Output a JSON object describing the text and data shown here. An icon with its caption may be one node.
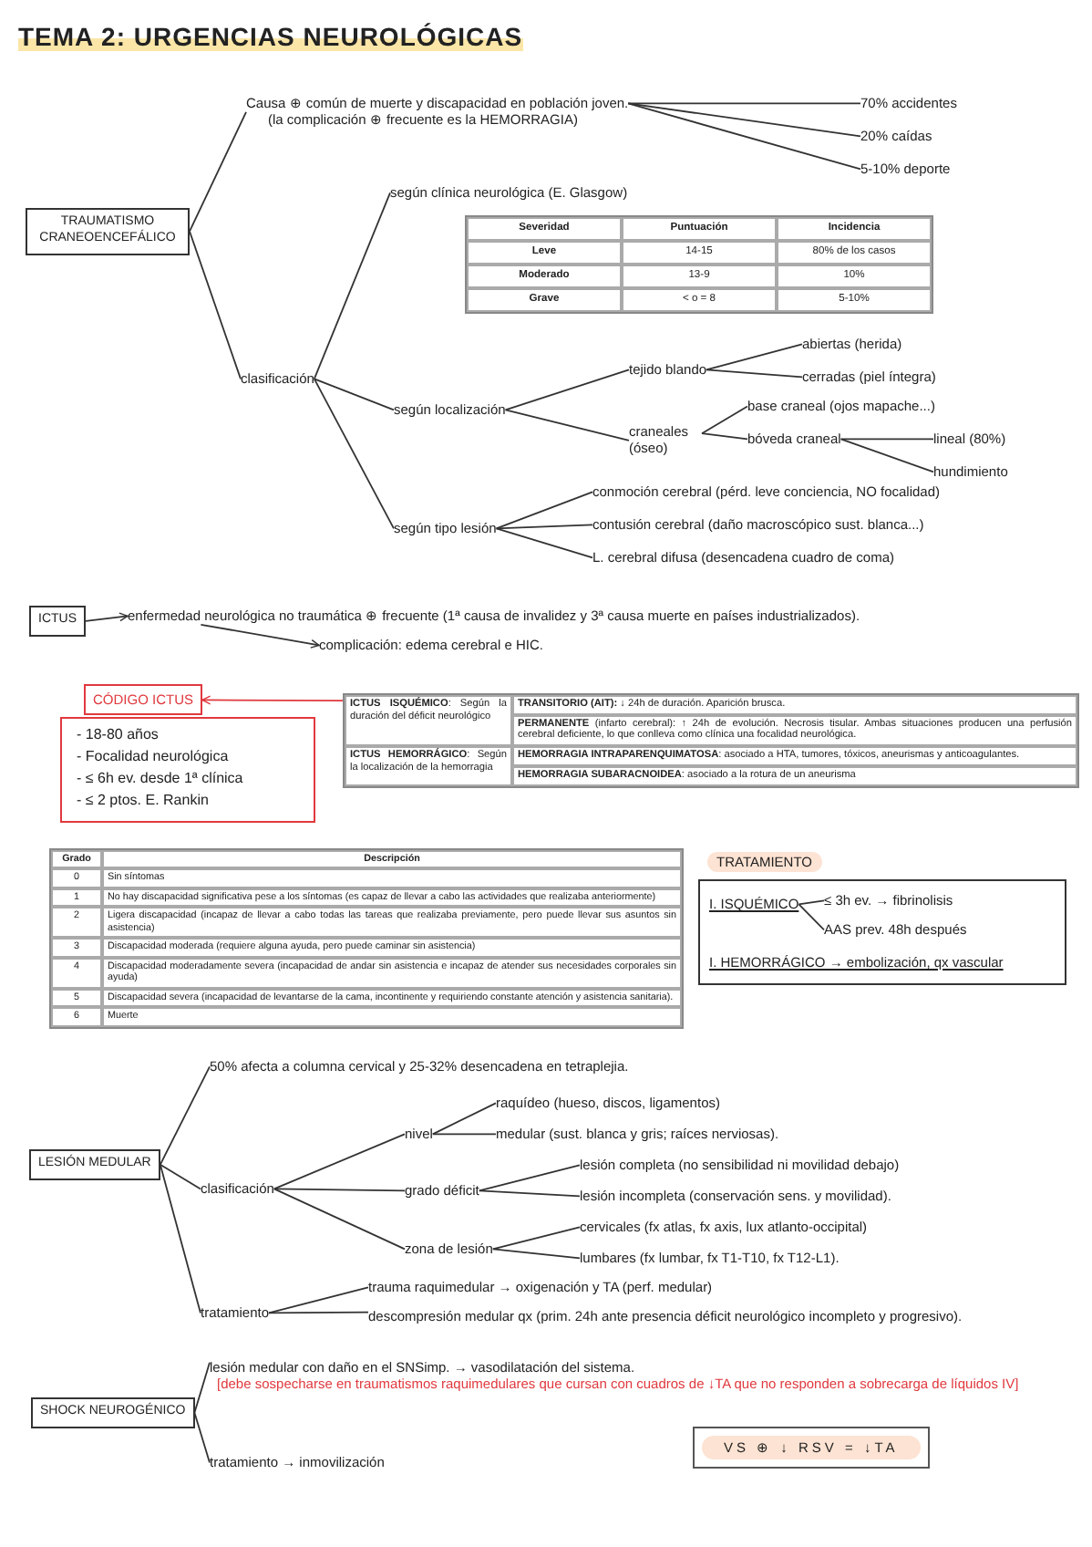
{
  "diagram": {
    "title": "TEMA 2: URGENCIAS NEUROLÓGICAS",
    "nodes": [
      {
        "text": [
          "TRAUMATISMO CRANEOENCEFÁLICO"
        ]
      },
      {
        "text": [
          "Causa ⊕ común de muerte y discapacidad en población joven.",
          "(la complicación ⊕ frecuente es la HEMORRAGIA)"
        ]
      },
      {
        "text": [
          "70% accidentes"
        ]
      },
      {
        "text": [
          "20% caídas"
        ]
      },
      {
        "text": [
          "5-10% deporte"
        ]
      },
      {
        "text": [
          "clasificación"
        ]
      },
      {
        "text": [
          "según clínica neurológica (E. Glasgow)"
        ]
      },
      {
        "text": [
          "según localización"
        ]
      },
      {
        "text": [
          "según tipo lesión"
        ]
      },
      {
        "text": [
          "tejido blando"
        ]
      },
      {
        "text": [
          "craneales (óseo)"
        ]
      },
      {
        "text": [
          "abiertas (herida)"
        ]
      },
      {
        "text": [
          "cerradas (piel íntegra)"
        ]
      },
      {
        "text": [
          "base craneal (ojos mapache...)"
        ]
      },
      {
        "text": [
          "bóveda craneal"
        ]
      },
      {
        "text": [
          "lineal (80%)"
        ]
      },
      {
        "text": [
          "hundimiento"
        ]
      },
      {
        "text": [
          "conmoción cerebral (pérd. leve conciencia, NO focalidad)"
        ]
      },
      {
        "text": [
          "contusión cerebral (daño macroscópico sust. blanca...)"
        ]
      },
      {
        "text": [
          "L. cerebral difusa (desencadena cuadro de coma)"
        ]
      },
      {
        "text": [
          "ICTUS"
        ]
      },
      {
        "text": [
          "enfermedad neurológica no traumática ⊕ frecuente (1ª causa de invalidez y 3ª causa muerte en países industrializados)."
        ]
      },
      {
        "text": [
          "complicación: edema cerebral e HIC."
        ]
      },
      {
        "text": [
          "CÓDIGO ICTUS"
        ]
      },
      {
        "text": [
          "- 18-80 años",
          "- Focalidad neurológica",
          "- ≤ 6h ev. desde 1ª clínica",
          "- ≤ 2 ptos. E. Rankin"
        ]
      },
      {
        "text": [
          "**ICTUS ISQUÉMICO**: Según la duración del déficit neurológico",
          "**TRANSITORIO (AIT):** ↓ 24h de duración. Aparición brusca.",
          "**PERMANENTE** (infarto cerebral): ↑ 24h de evolución. Necrosis tisular. Ambas situaciones producen una perfusión cerebral deficiente, lo que conlleva como clínica una focalidad neurológica.",
          "**ICTUS HEMORRÁGICO**: Según la localización de la hemorragia",
          "**HEMORRAGIA INTRAPARENQUIMATOSA**: asociado a HTA, tumores, tóxicos, aneurismas y anticoagulantes.",
          "**HEMORRAGIA SUBARACNOIDEA**: asociado a la rotura de un aneurisma"
        ]
      },
      {
        "text": [
          "TRATAMIENTO"
        ]
      },
      {
        "text": [
          "I. ISQUÉMICO"
        ],
        "in": 26
      },
      {
        "text": [
          "≤ 3h ev. → fibrinolisis"
        ],
        "in": 26
      },
      {
        "text": [
          "AAS prev. 48h después"
        ],
        "in": 26
      },
      {
        "text": [
          "I. HEMORRÁGICO → embolización, qx vascular"
        ],
        "in": 26
      },
      {
        "text": [
          "LESIÓN MEDULAR"
        ]
      },
      {
        "text": [
          "50% afecta a columna cervical y 25-32% desencadena en tetraplejia."
        ]
      },
      {
        "text": [
          "clasificación"
        ]
      },
      {
        "text": [
          "tratamiento"
        ]
      },
      {
        "text": [
          "nivel"
        ]
      },
      {
        "text": [
          "grado déficit"
        ]
      },
      {
        "text": [
          "zona de lesión"
        ]
      },
      {
        "text": [
          "raquídeo (hueso, discos, ligamentos)"
        ]
      },
      {
        "text": [
          "medular (sust. blanca y gris; raíces nerviosas)."
        ]
      },
      {
        "text": [
          "lesión completa (no sensibilidad ni movilidad debajo)"
        ]
      },
      {
        "text": [
          "lesión incompleta (conservación sens. y movilidad)."
        ]
      },
      {
        "text": [
          "cervicales (fx atlas, fx axis, lux atlanto-occipital)"
        ]
      },
      {
        "text": [
          "lumbares (fx lumbar, fx T1-T10, fx T12-L1)."
        ]
      },
      {
        "text": [
          "trauma raquimedular → oxigenación y TA (perf. medular)"
        ]
      },
      {
        "text": [
          "descompresión medular qx (prim. 24h ante presencia déficit neurológico incompleto y progresivo)."
        ]
      },
      {
        "text": [
          "SHOCK NEUROGÉNICO"
        ]
      },
      {
        "text": [
          "lesión medular con daño en el SNSimp. → vasodilatación del sistema.",
          "[debe sospecharse en traumatismos raquimedulares que cursan con cuadros de ↓TA que no responden a sobrecarga de líquidos IV]"
        ]
      },
      {
        "text": [
          "tratamiento → inmovilización"
        ]
      },
      {
        "text": [
          "VS ⊕ ↓ RSV = ↓TA"
        ]
      }
    ],
    "edges": [
      {
        "from": 0,
        "to": 1,
        "arrow": "none"
      },
      {
        "from": 0,
        "to": 5,
        "arrow": "none"
      },
      {
        "from": 1,
        "to": 2,
        "arrow": "none"
      },
      {
        "from": 1,
        "to": 3,
        "arrow": "none"
      },
      {
        "from": 1,
        "to": 4,
        "arrow": "none"
      },
      {
        "from": 5,
        "to": 6,
        "arrow": "none"
      },
      {
        "from": 5,
        "to": 7,
        "arrow": "none"
      },
      {
        "from": 5,
        "to": 8,
        "arrow": "none"
      },
      {
        "from": 7,
        "to": 9,
        "arrow": "none"
      },
      {
        "from": 7,
        "to": 10,
        "arrow": "none"
      },
      {
        "from": 9,
        "to": 11,
        "arrow": "none"
      },
      {
        "from": 9,
        "to": 12,
        "arrow": "none"
      },
      {
        "from": 10,
        "to": 13,
        "arrow": "none"
      },
      {
        "from": 10,
        "to": 14,
        "arrow": "none"
      },
      {
        "from": 14,
        "to": 15,
        "arrow": "none"
      },
      {
        "from": 14,
        "to": 16,
        "arrow": "none"
      },
      {
        "from": 8,
        "to": 17,
        "arrow": "none"
      },
      {
        "from": 8,
        "to": 18,
        "arrow": "none"
      },
      {
        "from": 8,
        "to": 19,
        "arrow": "none"
      },
      {
        "from": 20,
        "to": 21,
        "arrow": "to"
      },
      {
        "from": 21,
        "to": 22,
        "arrow": "to"
      },
      {
        "from": 25,
        "to": 23,
        "arrow": "to",
        "color": "#e0393e"
      },
      {
        "from": 27,
        "to": 28,
        "arrow": "none"
      },
      {
        "from": 27,
        "to": 29,
        "arrow": "none"
      },
      {
        "from": 31,
        "to": 32,
        "arrow": "none"
      },
      {
        "from": 31,
        "to": 33,
        "arrow": "none"
      },
      {
        "from": 31,
        "to": 34,
        "arrow": "none"
      },
      {
        "from": 33,
        "to": 35,
        "arrow": "none"
      },
      {
        "from": 33,
        "to": 36,
        "arrow": "none"
      },
      {
        "from": 33,
        "to": 37,
        "arrow": "none"
      },
      {
        "from": 35,
        "to": 38,
        "arrow": "none"
      },
      {
        "from": 35,
        "to": 39,
        "arrow": "none"
      },
      {
        "from": 36,
        "to": 40,
        "arrow": "none"
      },
      {
        "from": 36,
        "to": 41,
        "arrow": "none"
      },
      {
        "from": 37,
        "to": 42,
        "arrow": "none"
      },
      {
        "from": 37,
        "to": 43,
        "arrow": "none"
      },
      {
        "from": 34,
        "to": 44,
        "arrow": "none"
      },
      {
        "from": 34,
        "to": 45,
        "arrow": "none"
      },
      {
        "from": 46,
        "to": 47,
        "arrow": "none"
      },
      {
        "from": 46,
        "to": 48,
        "arrow": "none"
      }
    ],
    "labels": [
      "Severidad",
      "Puntuación",
      "Incidencia",
      "Leve",
      "14-15",
      "80% de los casos",
      "Moderado",
      "13-9",
      "10%",
      "Grave",
      "< o = 8",
      "5-10%",
      "Grado",
      "Descripción",
      "0",
      "Sin síntomas",
      "1",
      "No hay discapacidad significativa pese a los síntomas (es capaz de llevar a cabo las actividades que realizaba anteriormente)",
      "2",
      "Ligera discapacidad (incapaz de llevar a cabo todas las tareas que realizaba previamente, pero puede llevar sus asuntos sin asistencia)",
      "3",
      "Discapacidad moderada (requiere alguna ayuda, pero puede caminar sin asistencia)",
      "4",
      "Discapacidad moderadamente severa (incapacidad de andar sin asistencia e incapaz de atender sus necesidades corporales sin ayuda)",
      "5",
      "Discapacidad severa (incapacidad de levantarse de la cama, incontinente y requiriendo constante atención y asistencia sanitaria).",
      "6",
      "Muerte"
    ]
  }
}
